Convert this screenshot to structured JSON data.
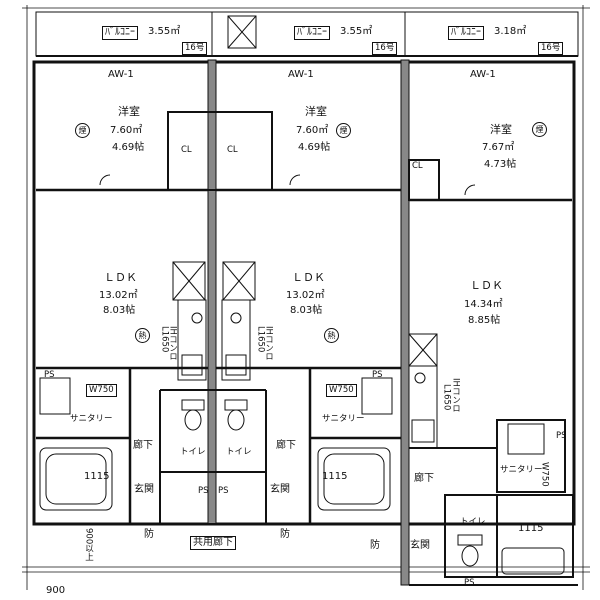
{
  "balconies": [
    {
      "label": "ﾊﾞﾙｺﾆｰ",
      "area": "3.55㎡",
      "no": "16号"
    },
    {
      "label": "ﾊﾞﾙｺﾆｰ",
      "area": "3.55㎡",
      "no": "16号"
    },
    {
      "label": "ﾊﾞﾙｺﾆｰ",
      "area": "3.18㎡",
      "no": "16号"
    }
  ],
  "units": [
    {
      "window": "AW-1",
      "bedroom": {
        "name": "洋室",
        "area": "7.60㎡",
        "tatami": "4.69帖"
      },
      "ldk": {
        "name": "ＬＤＫ",
        "area": "13.02㎡",
        "tatami": "8.03帖"
      },
      "kitchen": "L1650",
      "stove": "IHコンロ",
      "sanitary": "サニタリー",
      "washer": "W750",
      "bath": "1115",
      "hall": "廊下",
      "toilet": "トイレ",
      "entrance": "玄関"
    },
    {
      "window": "AW-1",
      "bedroom": {
        "name": "洋室",
        "area": "7.60㎡",
        "tatami": "4.69帖"
      },
      "ldk": {
        "name": "ＬＤＫ",
        "area": "13.02㎡",
        "tatami": "8.03帖"
      },
      "kitchen": "L1650",
      "stove": "IHコンロ",
      "sanitary": "サニタリー",
      "washer": "W750",
      "bath": "1115",
      "hall": "廊下",
      "toilet": "トイレ",
      "entrance": "玄関"
    },
    {
      "window": "AW-1",
      "bedroom": {
        "name": "洋室",
        "area": "7.67㎡",
        "tatami": "4.73帖"
      },
      "ldk": {
        "name": "ＬＤＫ",
        "area": "14.34㎡",
        "tatami": "8.85帖"
      },
      "kitchen": "L1650",
      "stove": "IHコンロ",
      "sanitary": "サニタリー",
      "washer": "W750",
      "bath": "1115",
      "hall": "廊下",
      "toilet": "トイレ",
      "entrance": "玄関"
    }
  ],
  "symbols": {
    "smoke": "煙",
    "heat": "熱",
    "closet": "CL",
    "ps": "PS",
    "fire": "防"
  },
  "corridor": "共用廊下",
  "dims": {
    "height": "900以上",
    "width": "900"
  }
}
